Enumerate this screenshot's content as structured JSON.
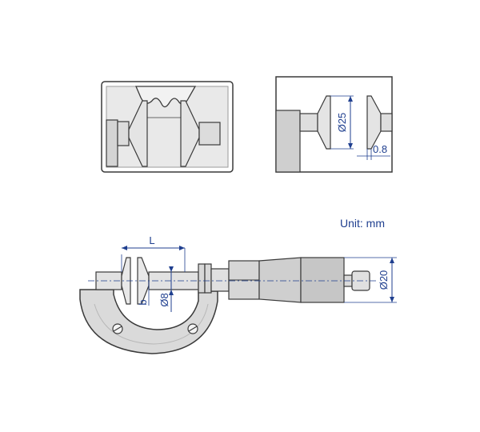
{
  "colors": {
    "outline": "#3a3a3a",
    "fill_light": "#e6e6e6",
    "fill_mid": "#cfcfcf",
    "fill_dark": "#b9b9b9",
    "dimension": "#1f3f8f"
  },
  "gear_detail": {
    "icons": [
      "gear-tooth-icon"
    ]
  },
  "anvil_detail": {
    "diameter_label": "Ø25",
    "thickness_label": "0.8"
  },
  "micrometer": {
    "unit_label": "Unit: mm",
    "length_label": "L",
    "face_label": "b",
    "spindle_diameter_label": "Ø8",
    "thimble_diameter_label": "Ø20"
  }
}
